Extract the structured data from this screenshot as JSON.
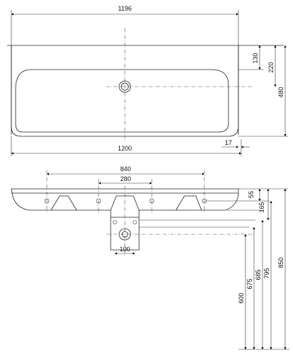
{
  "top_view": {
    "overall_width": "1196",
    "bottom_width": "1200",
    "depth_130": "130",
    "depth_220": "220",
    "depth_480": "480",
    "offset_17": "17"
  },
  "front_view": {
    "span_840": "840",
    "span_280": "280",
    "rim_55": "55",
    "rim_165": "165",
    "drain_100": "100",
    "height_600": "600",
    "height_675": "675",
    "height_685": "685",
    "height_795": "795",
    "height_850": "850"
  }
}
